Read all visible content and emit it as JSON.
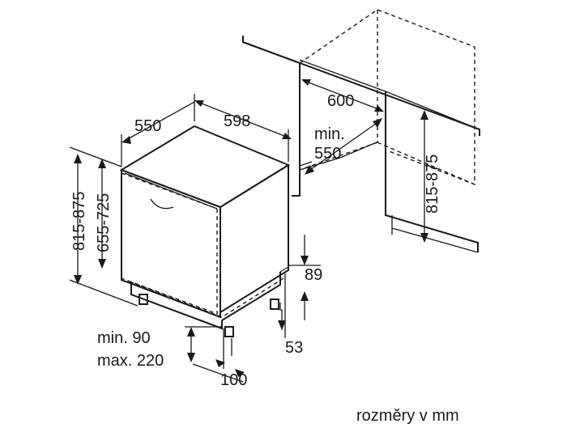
{
  "dimensions": {
    "depth": "550",
    "width": "598",
    "niche_width": "600",
    "niche_min_depth_line1": "min.",
    "niche_min_depth_line2": "550",
    "niche_height": "815-875",
    "overall_height": "815-875",
    "body_height": "655-725",
    "plinth_height": "89",
    "plinth_offset": "53",
    "plinth_gap_min": "min. 90",
    "plinth_gap_max": "max. 220",
    "foot_setback": "100"
  },
  "caption": "rozměry v mm"
}
